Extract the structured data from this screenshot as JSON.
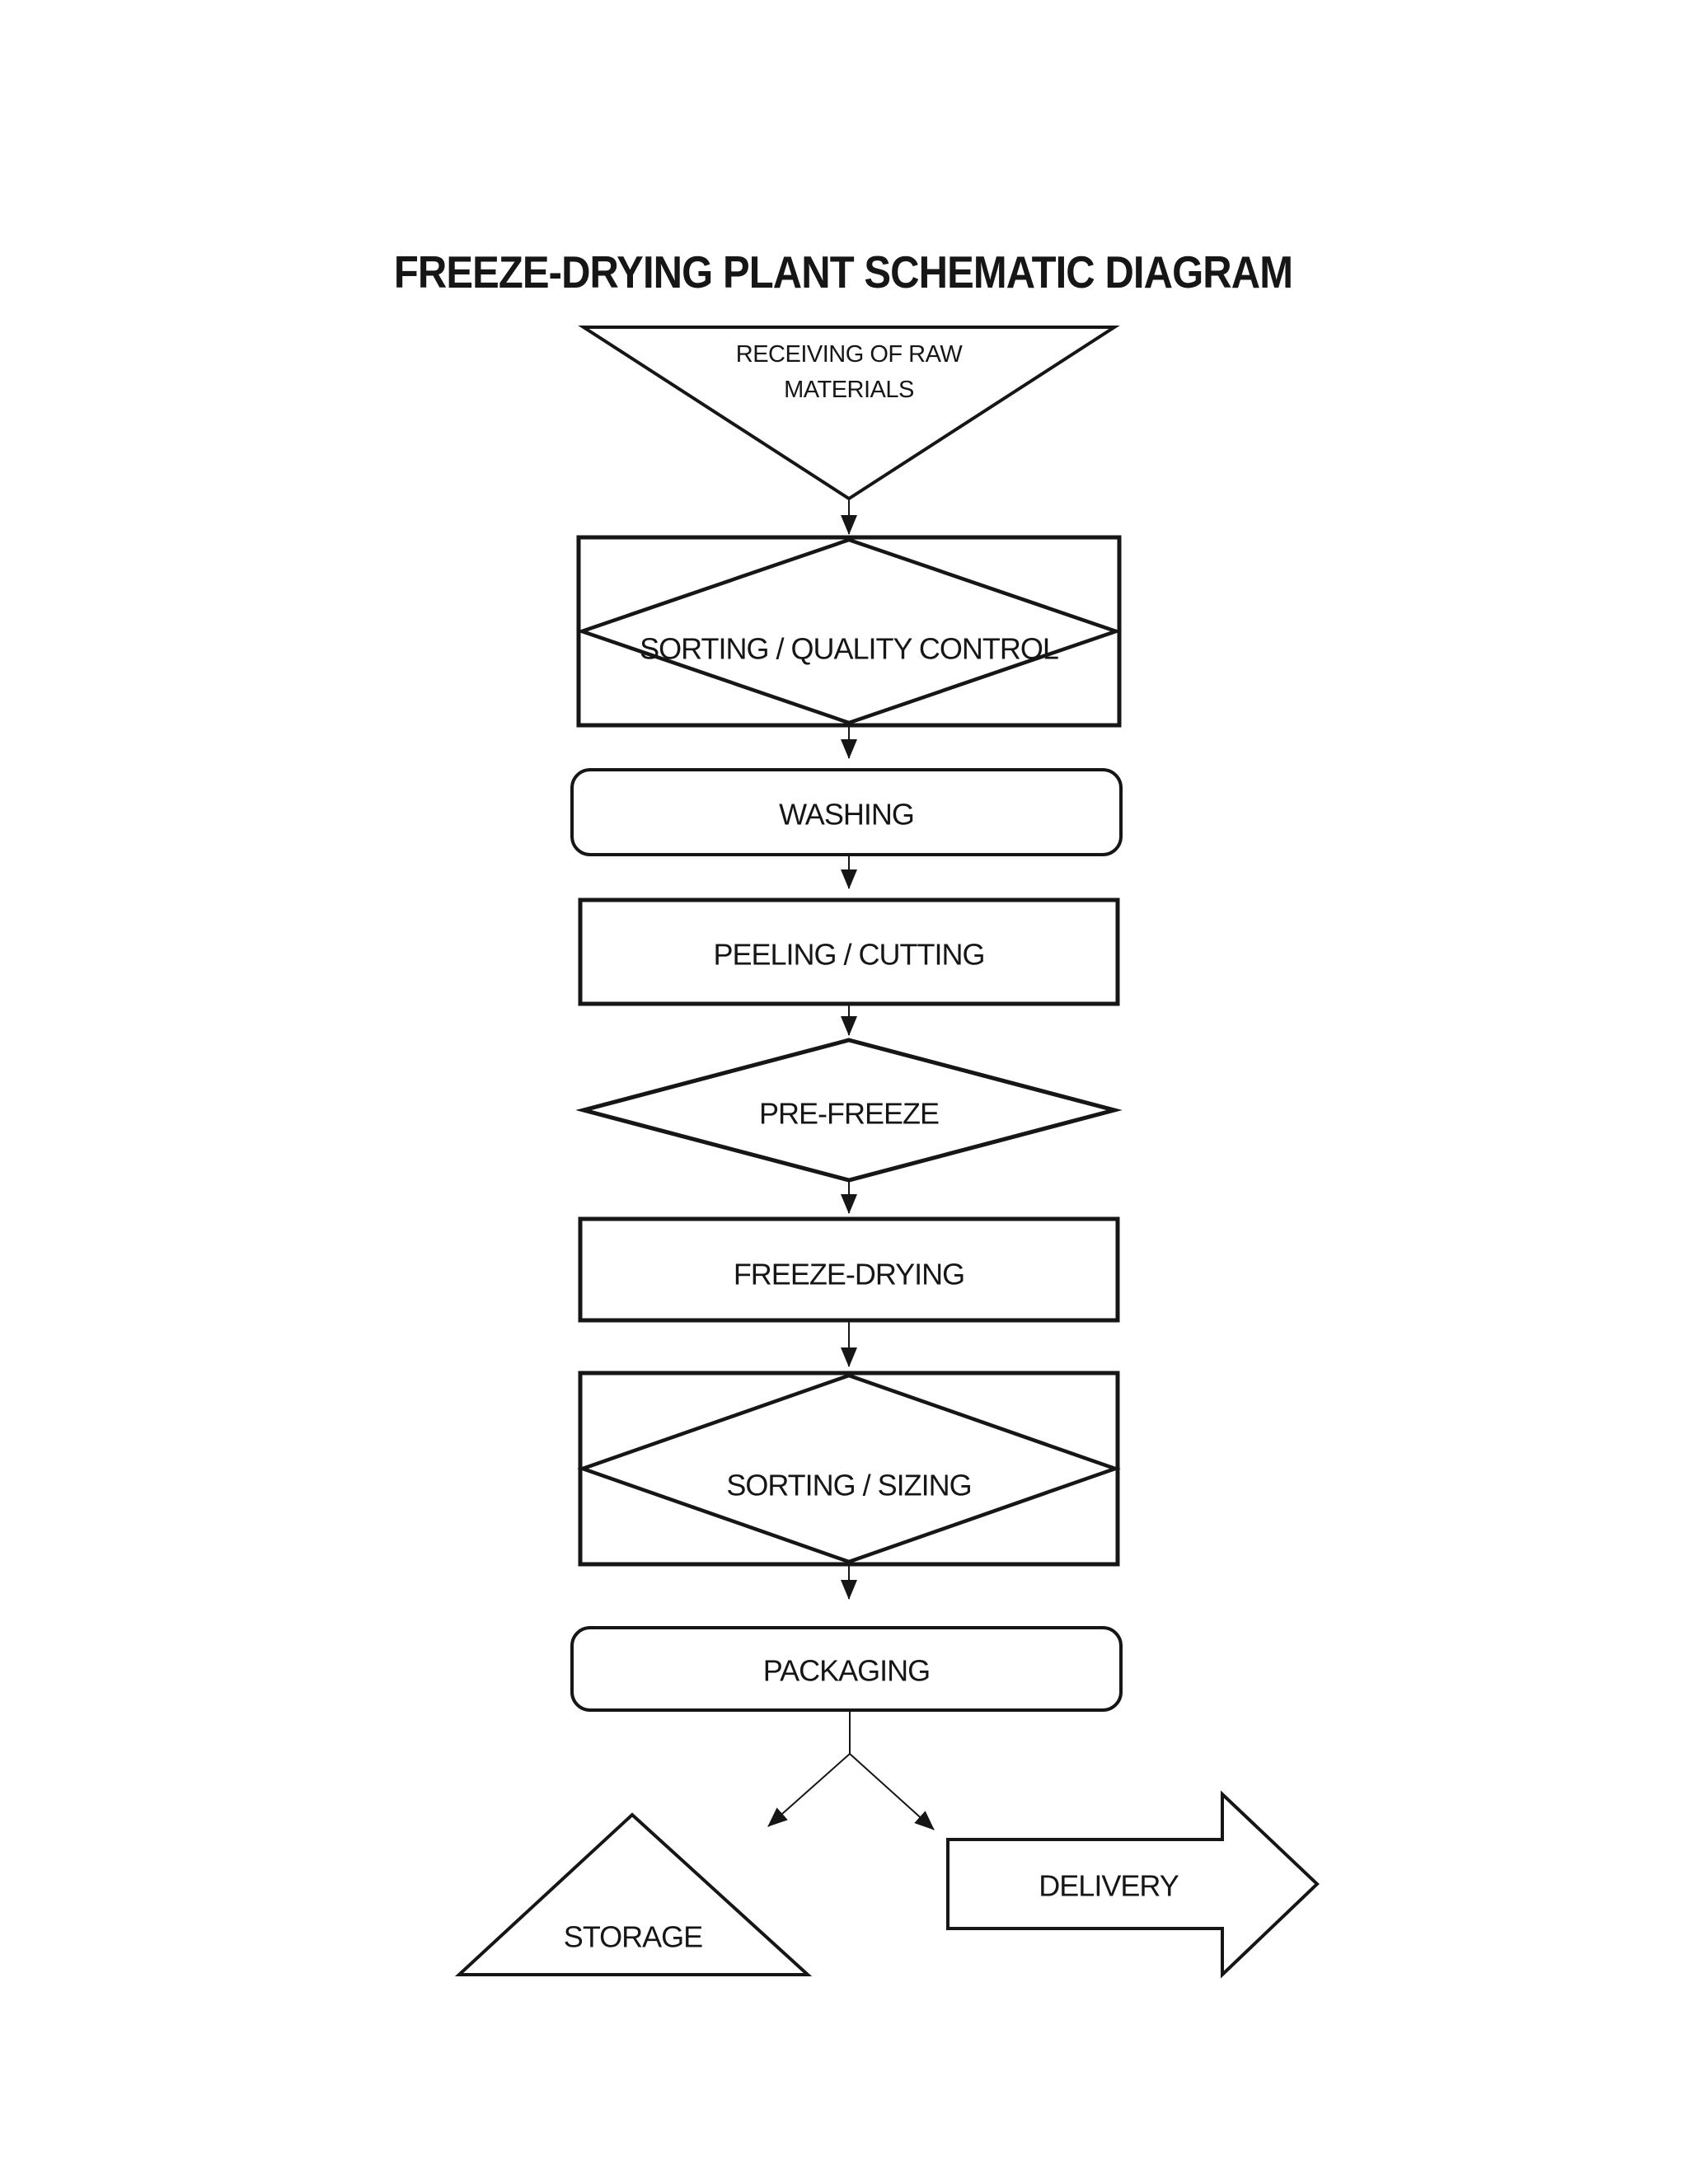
{
  "title": "FREEZE-DRYING PLANT SCHEMATIC DIAGRAM",
  "colors": {
    "ink": "#161616",
    "background": "#ffffff"
  },
  "nodes": [
    {
      "id": "receiving",
      "shape": "inverted-triangle",
      "label": "RECEIVING OF RAW MATERIALS",
      "lines": [
        "RECEIVING OF RAW",
        "MATERIALS"
      ]
    },
    {
      "id": "sorting-quality-control",
      "shape": "diamond-in-rectangle",
      "label": "SORTING / QUALITY CONTROL"
    },
    {
      "id": "washing",
      "shape": "rounded-rectangle",
      "label": "WASHING"
    },
    {
      "id": "peeling-cutting",
      "shape": "rectangle",
      "label": "PEELING / CUTTING"
    },
    {
      "id": "pre-freeze",
      "shape": "diamond",
      "label": "PRE-FREEZE"
    },
    {
      "id": "freeze-drying",
      "shape": "rectangle",
      "label": "FREEZE-DRYING"
    },
    {
      "id": "sorting-sizing",
      "shape": "diamond-in-rectangle",
      "label": "SORTING / SIZING"
    },
    {
      "id": "packaging",
      "shape": "rounded-rectangle",
      "label": "PACKAGING"
    },
    {
      "id": "storage",
      "shape": "triangle",
      "label": "STORAGE"
    },
    {
      "id": "delivery",
      "shape": "right-arrow",
      "label": "DELIVERY"
    }
  ],
  "edges": [
    {
      "from": "receiving",
      "to": "sorting-quality-control"
    },
    {
      "from": "sorting-quality-control",
      "to": "washing"
    },
    {
      "from": "washing",
      "to": "peeling-cutting"
    },
    {
      "from": "peeling-cutting",
      "to": "pre-freeze"
    },
    {
      "from": "pre-freeze",
      "to": "freeze-drying"
    },
    {
      "from": "freeze-drying",
      "to": "sorting-sizing"
    },
    {
      "from": "sorting-sizing",
      "to": "packaging"
    },
    {
      "from": "packaging",
      "to": "storage"
    },
    {
      "from": "packaging",
      "to": "delivery"
    }
  ]
}
